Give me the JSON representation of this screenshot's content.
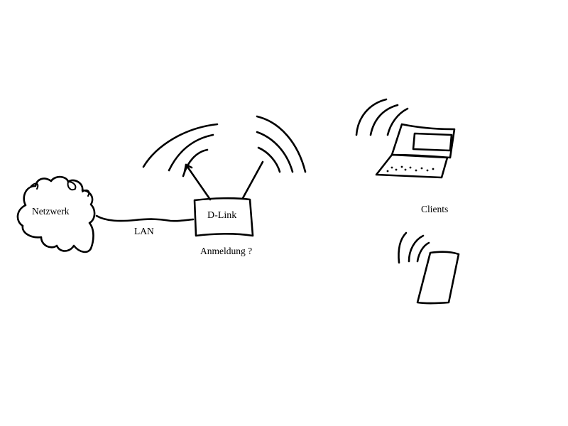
{
  "diagram": {
    "network_label": "Netzwerk",
    "link_label": "LAN",
    "router_label": "D-Link",
    "login_label": "Anmeldung  ?",
    "clients_label": "Clients"
  },
  "colors": {
    "ink": "#000000",
    "background": "#ffffff"
  },
  "icons": [
    "cloud-icon",
    "router-icon",
    "antenna-icon",
    "wifi-waves-icon",
    "laptop-icon",
    "phone-icon"
  ]
}
